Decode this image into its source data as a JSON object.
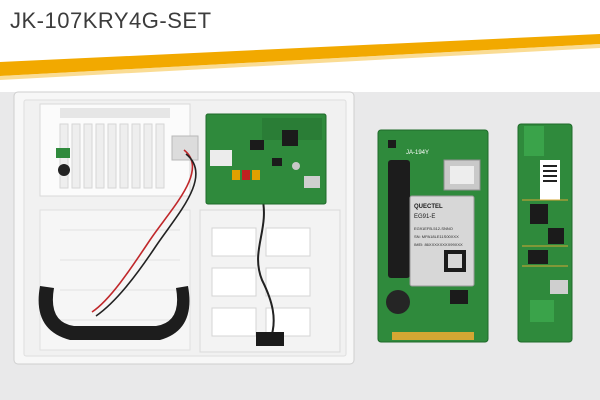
{
  "product": {
    "title": "JK-107KRY4G-SET"
  },
  "modem_labels": {
    "board_name": "JA-194Y",
    "brand": "QUECTEL",
    "model": "EG91-E",
    "line1": "EG91EFB-512-SNNO",
    "line2": "SN: MPA18LE11S00XXX",
    "line3": "IMEI: 86XXXXXXXX99XXX"
  },
  "colors": {
    "accent_stripe": "#f2a900",
    "pcb_green": "#2f8a3c",
    "enclosure": "#f4f4f4",
    "background": "#e9e9ea"
  }
}
